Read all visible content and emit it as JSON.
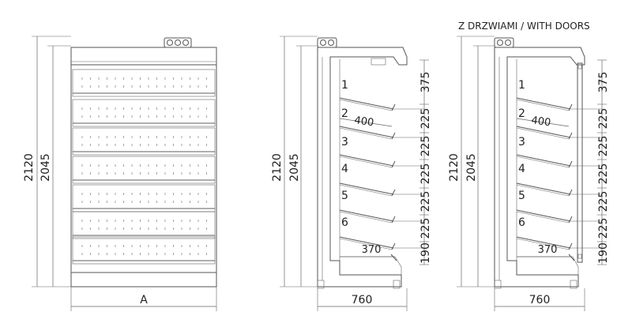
{
  "header": {
    "title": "Z DRZWIAMI / WITH DOORS"
  },
  "front": {
    "height_outer": "2120",
    "height_inner": "2045",
    "width_label": "A"
  },
  "side_open": {
    "height_outer": "2120",
    "height_inner": "2045",
    "shelf_numbers": [
      "1",
      "2",
      "3",
      "4",
      "5",
      "6"
    ],
    "spacings": [
      "375",
      "225",
      "225",
      "225",
      "225",
      "225",
      "190"
    ],
    "shelf_depth": "400",
    "base_depth": "370",
    "total_depth": "760"
  },
  "side_doors": {
    "height_outer": "2120",
    "height_inner": "2045",
    "shelf_numbers": [
      "1",
      "2",
      "3",
      "4",
      "5",
      "6"
    ],
    "spacings": [
      "375",
      "225",
      "225",
      "225",
      "225",
      "225",
      "190"
    ],
    "shelf_depth": "400",
    "base_depth": "370",
    "total_depth": "760"
  }
}
